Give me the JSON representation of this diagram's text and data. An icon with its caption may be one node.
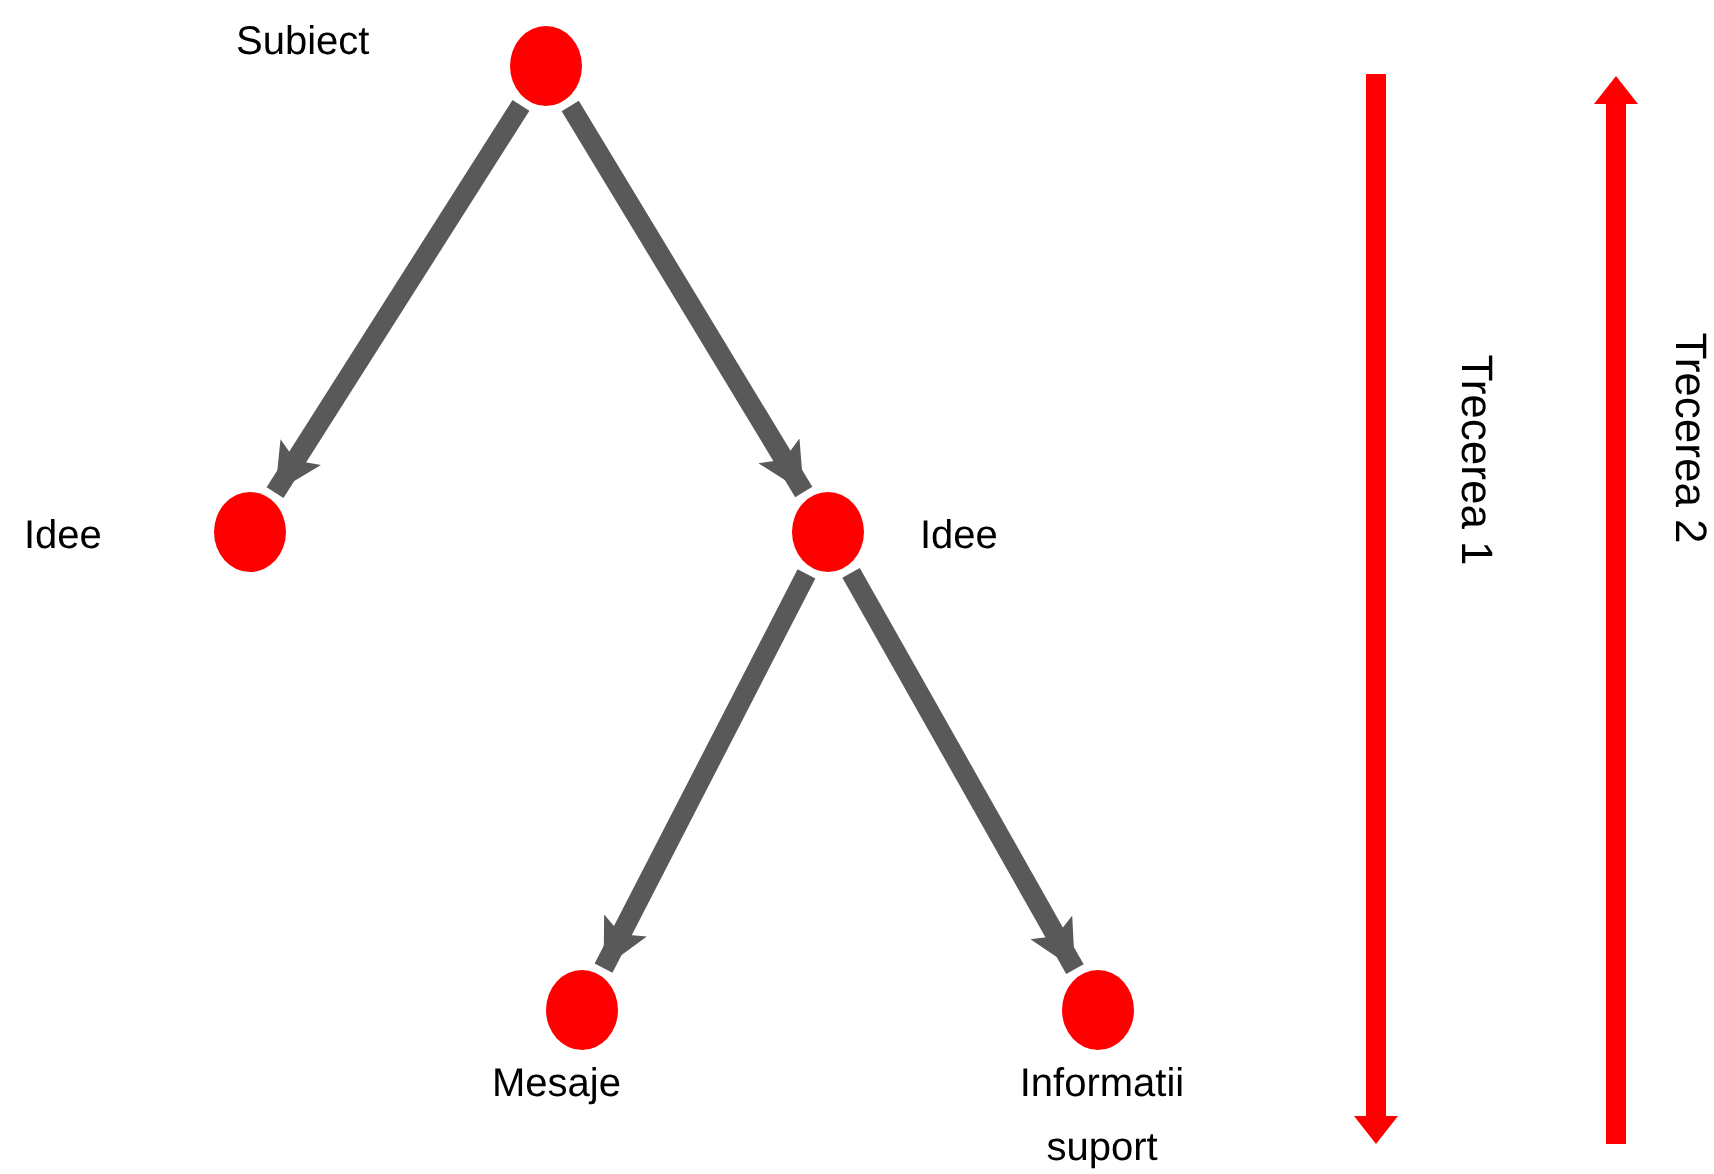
{
  "diagram": {
    "nodes": [
      {
        "text": [],
        "shape": "circle",
        "beside": [
          "Subiect"
        ]
      },
      {
        "text": [],
        "shape": "circle",
        "beside": [
          "Idee"
        ]
      },
      {
        "text": [],
        "shape": "circle",
        "beside": [
          "Idee"
        ]
      },
      {
        "text": [],
        "shape": "circle",
        "beside": [
          "Mesaje"
        ]
      },
      {
        "text": [],
        "shape": "circle",
        "beside": [
          "Informatii suport"
        ]
      }
    ],
    "edges": [
      {
        "from": 0,
        "to": 1,
        "arrow": "to"
      },
      {
        "from": 0,
        "to": 2,
        "arrow": "to"
      },
      {
        "from": 2,
        "to": 3,
        "arrow": "to"
      },
      {
        "from": 2,
        "to": 4,
        "arrow": "to"
      }
    ],
    "labels": [
      "Trecerea 1",
      "Trecerea 2"
    ]
  }
}
